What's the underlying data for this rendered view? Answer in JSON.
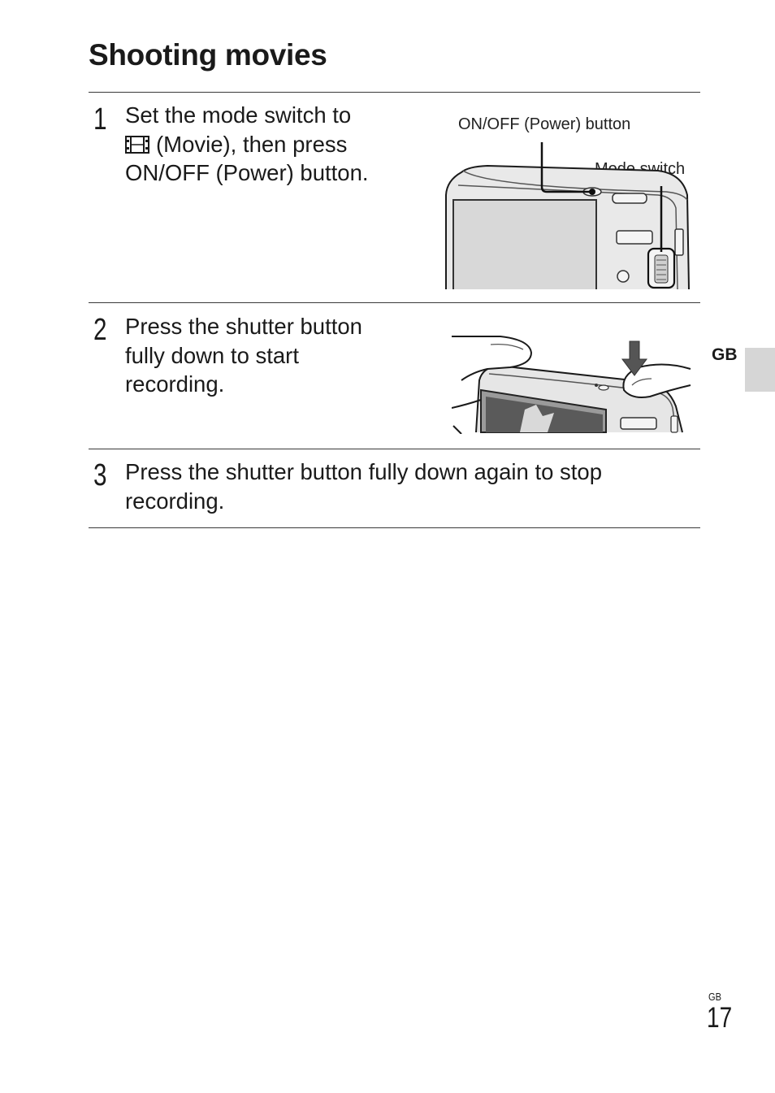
{
  "page": {
    "title": "Shooting movies",
    "language_tab": "GB",
    "page_number_label": "GB",
    "page_number": "17"
  },
  "steps": [
    {
      "number": "1",
      "text_line1": "Set the mode switch to",
      "mode_icon": "movie-mode-icon",
      "text_line2": "(Movie), then press",
      "text_line3": "ON/OFF (Power) button.",
      "callouts": [
        "ON/OFF (Power) button",
        "Mode switch"
      ]
    },
    {
      "number": "2",
      "text_line1": "Press the shutter button",
      "text_line2": "fully down to start",
      "text_line3": "recording."
    },
    {
      "number": "3",
      "text_line1": "Press the shutter button fully down again to stop",
      "text_line2": "recording."
    }
  ]
}
